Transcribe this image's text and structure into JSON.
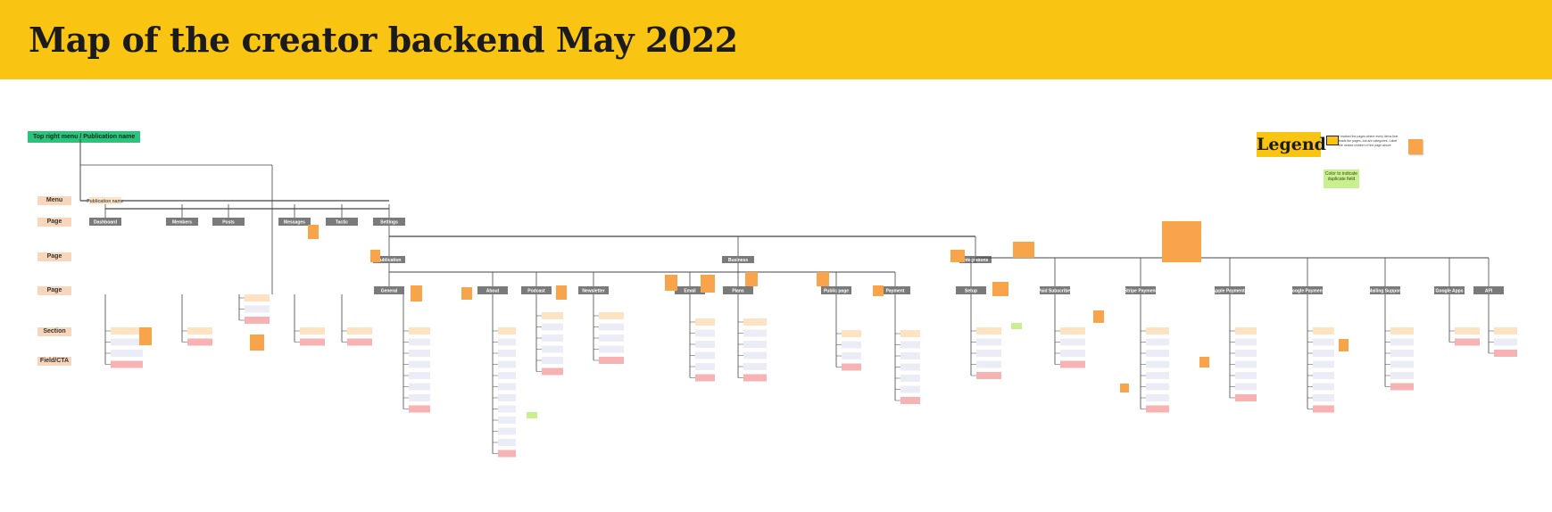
{
  "title": "Map of the creator backend May 2022",
  "root": "Top right menu / Publication name",
  "row_labels": [
    "Menu",
    "Page",
    "Page",
    "Page",
    "Section",
    "Field/CTA"
  ],
  "legend": {
    "title": "Legend",
    "note": "I marked the pages where every items that leads the pages, but are categories. Label the nested children of the page above",
    "duplicate_note": "Color to indicate duplicate field"
  },
  "colors": {
    "banner": "#f9c512",
    "root": "#2bc47d",
    "row_label": "#f7d6bb",
    "page_node": "#7a7a7a",
    "section_node": "#fde3c2",
    "field_node": "#ececf7",
    "danger_node": "#f7b3b3",
    "sticky": "#f7a44a",
    "duplicate": "#c8f08f"
  },
  "menu_node": "Publication name",
  "pages_level1": [
    "Dashboard",
    "Members",
    "Posts",
    "Messages",
    "Tactic",
    "Settings"
  ],
  "pages_level2": [
    "Publication",
    "Business",
    "Integrations"
  ],
  "pages_level3": [
    "General",
    "About",
    "Podcast",
    "Newsletter",
    "Email",
    "Plans",
    "Public page",
    "Payment",
    "Setup",
    "Paid Subscriber",
    "Stripe Payment",
    "Apple Payments",
    "Google Payments",
    "Mailing Support",
    "Google Apps",
    "API"
  ]
}
